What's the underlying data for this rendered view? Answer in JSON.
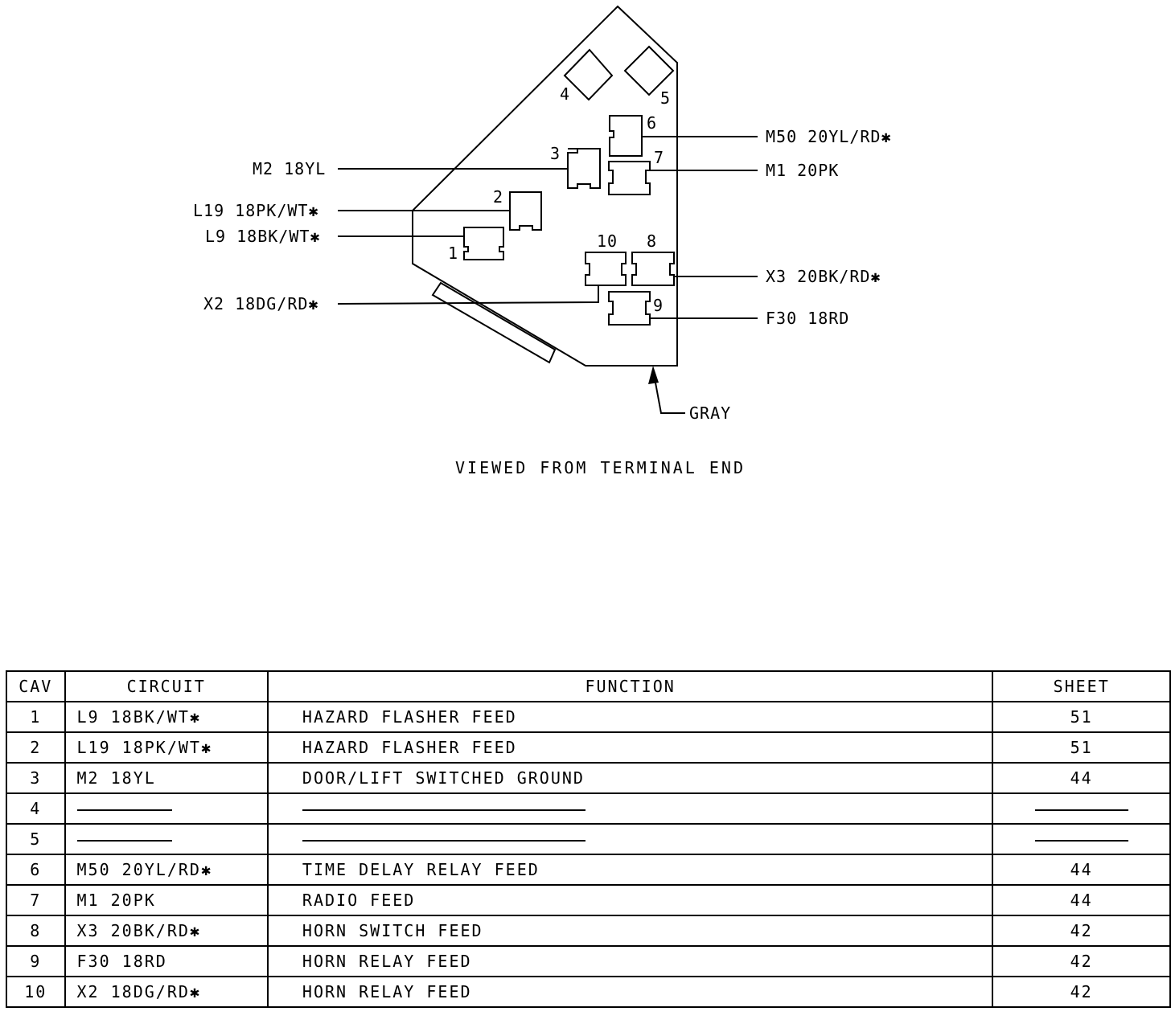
{
  "diagram": {
    "caption": "VIEWED FROM TERMINAL END",
    "color_callout": "GRAY",
    "cavity_numbers": [
      "1",
      "2",
      "3",
      "4",
      "5",
      "6",
      "7",
      "8",
      "9",
      "10"
    ],
    "wire_labels": {
      "m50": "M50 20YL/RD✱",
      "m2": "M2 18YL",
      "m1": "M1 20PK",
      "l19": "L19 18PK/WT✱",
      "l9": "L9 18BK/WT✱",
      "x3": "X3 20BK/RD✱",
      "x2": "X2 18DG/RD✱",
      "f30": "F30 18RD"
    }
  },
  "table": {
    "headers": {
      "cav": "CAV",
      "circuit": "CIRCUIT",
      "function": "FUNCTION",
      "sheet": "SHEET"
    },
    "rows": [
      {
        "cav": "1",
        "circuit": "L9 18BK/WT✱",
        "function": "HAZARD FLASHER FEED",
        "sheet": "51"
      },
      {
        "cav": "2",
        "circuit": "L19 18PK/WT✱",
        "function": "HAZARD FLASHER FEED",
        "sheet": "51"
      },
      {
        "cav": "3",
        "circuit": "M2 18YL",
        "function": "DOOR/LIFT SWITCHED GROUND",
        "sheet": "44"
      },
      {
        "cav": "4",
        "circuit": "",
        "function": "",
        "sheet": ""
      },
      {
        "cav": "5",
        "circuit": "",
        "function": "",
        "sheet": ""
      },
      {
        "cav": "6",
        "circuit": "M50 20YL/RD✱",
        "function": "TIME DELAY RELAY FEED",
        "sheet": "44"
      },
      {
        "cav": "7",
        "circuit": "M1 20PK",
        "function": "RADIO FEED",
        "sheet": "44"
      },
      {
        "cav": "8",
        "circuit": "X3 20BK/RD✱",
        "function": "HORN SWITCH FEED",
        "sheet": "42"
      },
      {
        "cav": "9",
        "circuit": "F30 18RD",
        "function": "HORN RELAY FEED",
        "sheet": "42"
      },
      {
        "cav": "10",
        "circuit": "X2 18DG/RD✱",
        "function": "HORN RELAY FEED",
        "sheet": "42"
      }
    ]
  }
}
